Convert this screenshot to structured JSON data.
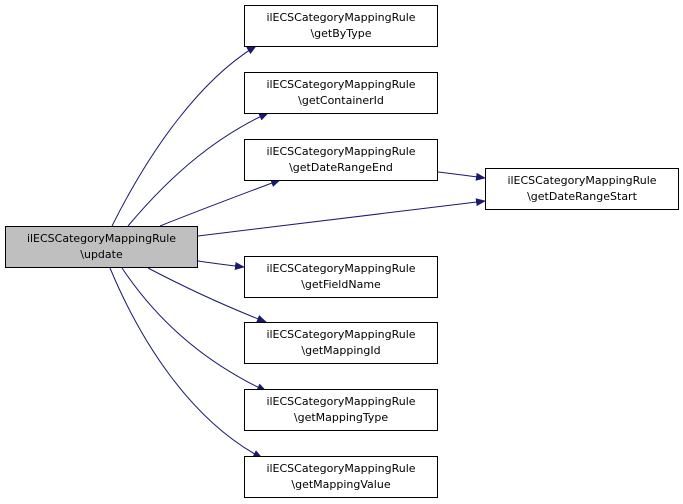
{
  "colors": {
    "edge": "#191970",
    "root_fill": "#bfbfbf",
    "node_fill": "#ffffff",
    "border": "#000000"
  },
  "nodes": {
    "root": {
      "line1": "ilECSCategoryMappingRule",
      "line2": "\\update"
    },
    "get_by_type": {
      "line1": "ilECSCategoryMappingRule",
      "line2": "\\getByType"
    },
    "get_container_id": {
      "line1": "ilECSCategoryMappingRule",
      "line2": "\\getContainerId"
    },
    "get_date_range_end": {
      "line1": "ilECSCategoryMappingRule",
      "line2": "\\getDateRangeEnd"
    },
    "get_date_range_start": {
      "line1": "ilECSCategoryMappingRule",
      "line2": "\\getDateRangeStart"
    },
    "get_field_name": {
      "line1": "ilECSCategoryMappingRule",
      "line2": "\\getFieldName"
    },
    "get_mapping_id": {
      "line1": "ilECSCategoryMappingRule",
      "line2": "\\getMappingId"
    },
    "get_mapping_type": {
      "line1": "ilECSCategoryMappingRule",
      "line2": "\\getMappingType"
    },
    "get_mapping_value": {
      "line1": "ilECSCategoryMappingRule",
      "line2": "\\getMappingValue"
    }
  }
}
